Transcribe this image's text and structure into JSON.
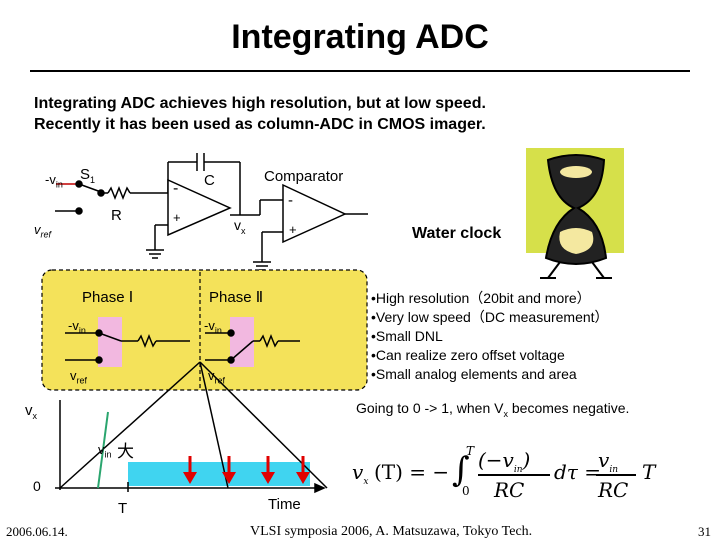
{
  "title": "Integrating ADC",
  "intro": {
    "line1": "Integrating ADC achieves high resolution, but at low speed.",
    "line2": "Recently it has been used as column-ADC in CMOS imager."
  },
  "circuit": {
    "vin_label": "-v",
    "vin_sub": "in",
    "switch_label": "S",
    "switch_sub": "1",
    "vref_label": "v",
    "vref_sub": "ref",
    "resistor_label": "R",
    "capacitor_label": "C",
    "opamp_minus": "-",
    "opamp_plus": "+",
    "vx_label": "v",
    "vx_sub": "x",
    "comparator_label": "Comparator",
    "comp_minus": "-",
    "comp_plus": "+"
  },
  "phases": {
    "phase1": {
      "label": "Phase Ⅰ",
      "vin": "-v",
      "vin_sub": "in",
      "vref": "v",
      "vref_sub": "ref"
    },
    "phase2": {
      "label": "Phase Ⅱ",
      "vin": "-v",
      "vin_sub": "in",
      "vref": "v",
      "vref_sub": "ref"
    }
  },
  "waveform": {
    "vx_label": "v",
    "vx_sub": "x",
    "vin_label": "v",
    "vin_sub": "in",
    "vin_kanji": "大",
    "zero_label": "0",
    "t_label": "T",
    "time_label": "Time"
  },
  "water_clock": "Water clock",
  "bullets": [
    "•High resolution（20bit and more）",
    "•Very low speed（DC measurement）",
    "•Small DNL",
    "•Can realize zero offset voltage",
    "•Small analog elements and area"
  ],
  "note": {
    "prefix": "Going to 0 -> 1, when V",
    "sub": "x",
    "suffix": " becomes negative."
  },
  "equation": {
    "lhs": "v",
    "lhs_sub": "x",
    "arg": "(T) = −",
    "int_upper": "T",
    "int_lower": "0",
    "num": "(−v",
    "num_sub": "in",
    "num_close": ")",
    "den": "RC",
    "dtau": "dτ =",
    "rhs_num": "v",
    "rhs_num_sub": "in",
    "rhs_den": "RC",
    "rhs_T": "T"
  },
  "footer": {
    "date": "2006.06.14.",
    "center": "VLSI symposia 2006,  A. Matsuzawa, Tokyo Tech.",
    "page": "31"
  },
  "colors": {
    "phase_box_fill": "#f4e25a",
    "pink_box": "#f2b8e0",
    "cyan_band": "#40d4f0",
    "red_arrow": "#e00000",
    "ramp_line": "#2aa56e",
    "clock_bg": "#d6e04a"
  }
}
